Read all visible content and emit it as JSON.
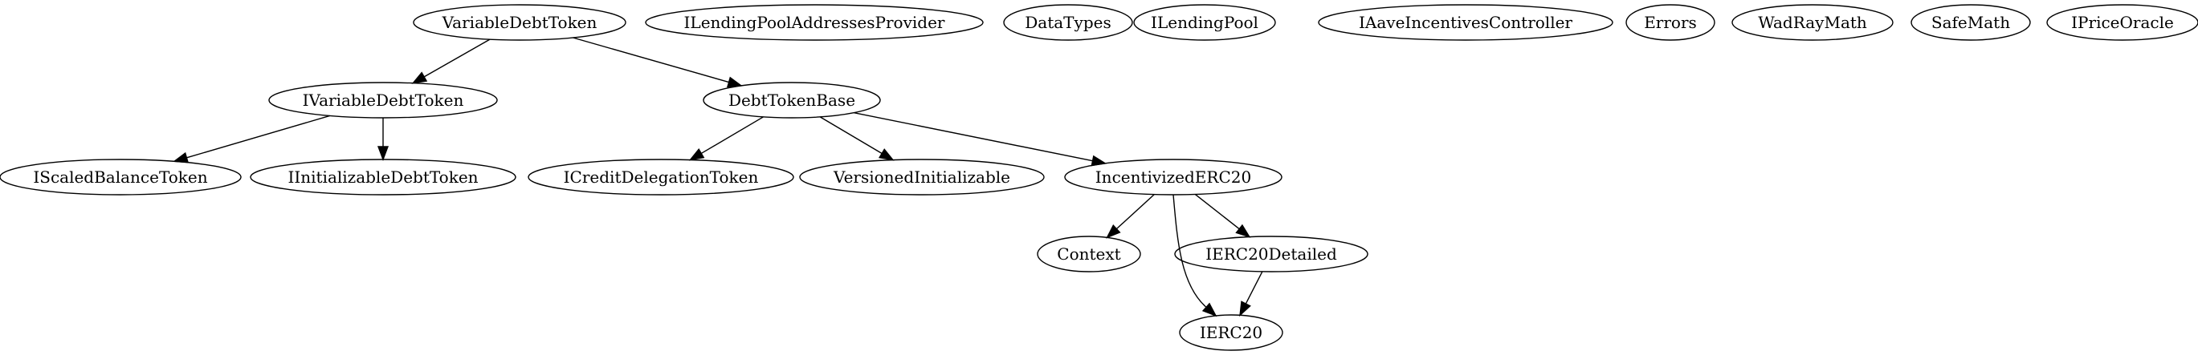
{
  "diagram": {
    "nodes": [
      {
        "id": "VariableDebtToken",
        "label": "VariableDebtToken"
      },
      {
        "id": "ILendingPoolAddressesProvider",
        "label": "ILendingPoolAddressesProvider"
      },
      {
        "id": "DataTypes",
        "label": "DataTypes"
      },
      {
        "id": "ILendingPool",
        "label": "ILendingPool"
      },
      {
        "id": "IAaveIncentivesController",
        "label": "IAaveIncentivesController"
      },
      {
        "id": "Errors",
        "label": "Errors"
      },
      {
        "id": "WadRayMath",
        "label": "WadRayMath"
      },
      {
        "id": "SafeMath",
        "label": "SafeMath"
      },
      {
        "id": "IPriceOracle",
        "label": "IPriceOracle"
      },
      {
        "id": "IVariableDebtToken",
        "label": "IVariableDebtToken"
      },
      {
        "id": "DebtTokenBase",
        "label": "DebtTokenBase"
      },
      {
        "id": "IScaledBalanceToken",
        "label": "IScaledBalanceToken"
      },
      {
        "id": "IInitializableDebtToken",
        "label": "IInitializableDebtToken"
      },
      {
        "id": "ICreditDelegationToken",
        "label": "ICreditDelegationToken"
      },
      {
        "id": "VersionedInitializable",
        "label": "VersionedInitializable"
      },
      {
        "id": "IncentivizedERC20",
        "label": "IncentivizedERC20"
      },
      {
        "id": "Context",
        "label": "Context"
      },
      {
        "id": "IERC20Detailed",
        "label": "IERC20Detailed"
      },
      {
        "id": "IERC20",
        "label": "IERC20"
      }
    ],
    "edges": [
      {
        "from": "VariableDebtToken",
        "to": "IVariableDebtToken"
      },
      {
        "from": "VariableDebtToken",
        "to": "DebtTokenBase"
      },
      {
        "from": "IVariableDebtToken",
        "to": "IScaledBalanceToken"
      },
      {
        "from": "IVariableDebtToken",
        "to": "IInitializableDebtToken"
      },
      {
        "from": "DebtTokenBase",
        "to": "ICreditDelegationToken"
      },
      {
        "from": "DebtTokenBase",
        "to": "VersionedInitializable"
      },
      {
        "from": "DebtTokenBase",
        "to": "IncentivizedERC20"
      },
      {
        "from": "IncentivizedERC20",
        "to": "Context"
      },
      {
        "from": "IncentivizedERC20",
        "to": "IERC20"
      },
      {
        "from": "IncentivizedERC20",
        "to": "IERC20Detailed"
      },
      {
        "from": "IERC20Detailed",
        "to": "IERC20"
      }
    ]
  }
}
